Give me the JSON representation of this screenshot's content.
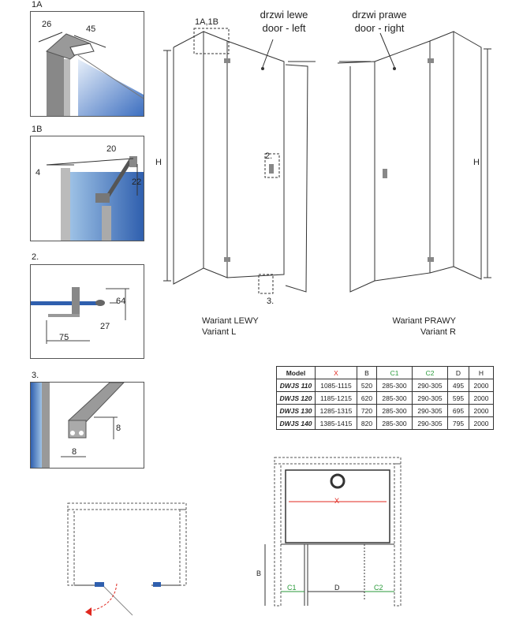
{
  "panels": {
    "p1a": {
      "title": "1A",
      "dims": [
        "26",
        "45"
      ]
    },
    "p1b": {
      "title": "1B",
      "dims": [
        "20",
        "4",
        "22"
      ]
    },
    "p2": {
      "title": "2.",
      "dims": [
        "64",
        "27",
        "75"
      ]
    },
    "p3": {
      "title": "3.",
      "dims": [
        "8",
        "8"
      ]
    }
  },
  "main": {
    "callout_top": "1A,1B",
    "callout_mid": "2.",
    "callout_bottom": "3.",
    "door_left_pl": "drzwi lewe",
    "door_left_en": "door - left",
    "door_right_pl": "drzwi prawe",
    "door_right_en": "door - right",
    "h_left": "H",
    "h_right": "H",
    "variant_left_pl": "Wariant LEWY",
    "variant_left_en": "Variant L",
    "variant_right_pl": "Wariant PRAWY",
    "variant_right_en": "Variant R"
  },
  "table": {
    "headers": [
      "Model",
      "X",
      "B",
      "C1",
      "C2",
      "D",
      "H"
    ],
    "rows": [
      [
        "DWJS 110",
        "1085-1115",
        "520",
        "285-300",
        "290-305",
        "495",
        "2000"
      ],
      [
        "DWJS 120",
        "1185-1215",
        "620",
        "285-300",
        "290-305",
        "595",
        "2000"
      ],
      [
        "DWJS 130",
        "1285-1315",
        "720",
        "285-300",
        "290-305",
        "695",
        "2000"
      ],
      [
        "DWJS 140",
        "1385-1415",
        "820",
        "285-300",
        "290-305",
        "795",
        "2000"
      ]
    ]
  },
  "plan": {
    "x": "X",
    "b": "B",
    "c1": "C1",
    "d": "D",
    "c2": "C2"
  },
  "colors": {
    "glass": "#9fc3e6",
    "glass_dark": "#2f5fae",
    "red": "#e0281f",
    "green": "#2a9a3a"
  }
}
